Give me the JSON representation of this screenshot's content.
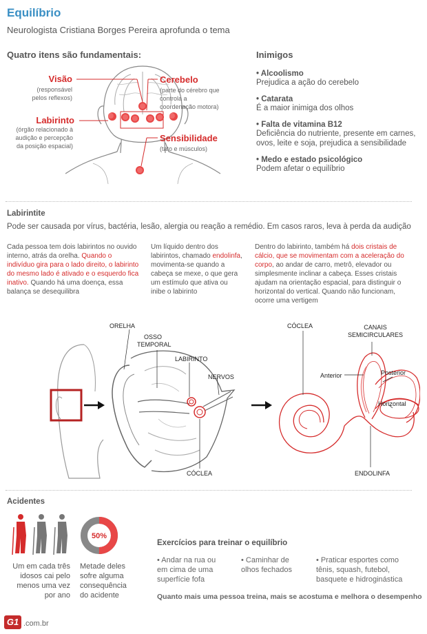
{
  "header": {
    "title": "Equilíbrio",
    "subtitle": "Neurologista Cristiana Borges Pereira aprofunda o tema"
  },
  "fundamentais": {
    "heading": "Quatro itens são fundamentais:",
    "visao": {
      "label": "Visão",
      "desc": [
        "(responsável",
        "pelos reflexos)"
      ]
    },
    "labirinto": {
      "label": "Labirinto",
      "desc": [
        "(órgão relacionado à",
        "audição e percepção",
        "da posição espacial)"
      ]
    },
    "cerebelo": {
      "label": "Cerebelo",
      "desc": [
        "(parte do cérebro que",
        "controla a",
        "coordenação motora)"
      ]
    },
    "sensibilidade": {
      "label": "Sensibilidade",
      "desc": [
        "(tato e músculos)"
      ]
    }
  },
  "inimigos": {
    "heading": "Inimigos",
    "items": [
      {
        "title": "• Alcoolismo",
        "text": [
          "Prejudica a ação do cerebelo"
        ]
      },
      {
        "title": "• Catarata",
        "text": [
          "É a maior inimiga dos olhos"
        ]
      },
      {
        "title": "• Falta de vitamina B12",
        "text": [
          "Deficiência do nutriente, presente em carnes,",
          "ovos, leite e soja, prejudica a sensibilidade"
        ]
      },
      {
        "title": "• Medo e estado psicológico",
        "text": [
          "Podem afetar o equilíbrio"
        ]
      }
    ]
  },
  "labirintite": {
    "heading": "Labirintite",
    "intro": "Pode ser causada por vírus, bactéria, lesão, alergia ou reação a remédio. Em casos raros, leva à perda da audição",
    "col1": {
      "a": "Cada pessoa tem dois labirintos no ouvido interno, atrás da orelha.",
      "b": "Quando o indivíduo gira para o lado direito, o labirinto do mesmo lado é ativado e o esquerdo fica inativo.",
      "c": "Quando há uma doença, essa balança se desequilibra"
    },
    "col2": {
      "a": "Um líquido dentro dos labirintos, chamado",
      "b": "endolinfa",
      "c": ", movimenta-se quando a cabeça se mexe, o que gera um estímulo que ativa ou inibe o labirinto"
    },
    "col3": {
      "a": "Dentro do labirinto, também há",
      "b": "dois cristais de cálcio, que se movimentam com a aceleração do corpo",
      "c": ", ao andar de carro, metrô, elevador ou simplesmente inclinar a cabeça. Esses cristais ajudam na orientação espacial, para distinguir o horizontal do vertical. Quando não funcionam, ocorre uma vertigem"
    }
  },
  "diagram": {
    "orelha": "ORELHA",
    "osso": [
      "OSSO",
      "TEMPORAL"
    ],
    "labirinto": "LABIRINTO",
    "nervos": "NERVOS",
    "coclea": "CÓCLEA",
    "coclea2": "CÓCLEA",
    "canais": [
      "CANAIS",
      "SEMICIRCULARES"
    ],
    "anterior": "Anterior",
    "posterior": "Posterior",
    "horizontal": "Horizontal",
    "endolinfa": "ENDOLINFA"
  },
  "acidentes": {
    "heading": "Acidentes",
    "stat1": [
      "Um em cada três",
      "idosos cai pelo",
      "menos uma vez",
      "por ano"
    ],
    "percent": "50%",
    "percent_value": 50,
    "stat2": [
      "Metade deles",
      "sofre alguma",
      "consequência",
      "do acidente"
    ]
  },
  "exercicios": {
    "heading": "Exercícios para treinar o equilíbrio",
    "items": [
      [
        "• Andar na rua ou",
        "em cima de uma",
        "superfície fofa"
      ],
      [
        "• Caminhar de",
        "olhos fechados"
      ],
      [
        "• Praticar esportes como",
        "tênis, squash, futebol,",
        "basquete e hidroginástica"
      ]
    ],
    "footer": "Quanto mais uma pessoa treina, mais se acostuma e melhora o desempenho"
  },
  "brand": {
    "logo": "G1",
    "domain": ".com.br"
  },
  "colors": {
    "accent": "#d52b2b",
    "title": "#3a8fc4",
    "text": "#555555"
  }
}
